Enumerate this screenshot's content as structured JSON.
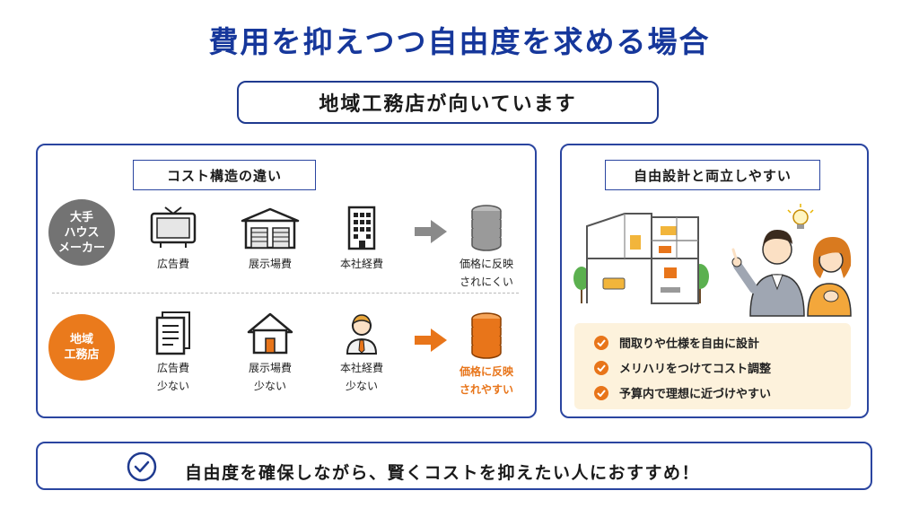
{
  "title": "費用を抑えつつ自由度を求める場合",
  "subtitle": "地域工務店が向いています",
  "left_panel": {
    "heading": "コスト構造の違い",
    "big_maker": {
      "badge": [
        "大手",
        "ハウス",
        "メーカー"
      ],
      "items": [
        {
          "icon": "tv-icon",
          "lines": [
            "広告費"
          ]
        },
        {
          "icon": "showroom-icon",
          "lines": [
            "展示場費"
          ]
        },
        {
          "icon": "office-building-icon",
          "lines": [
            "本社経費"
          ]
        }
      ],
      "result": [
        "価格に反映",
        "されにくい"
      ],
      "arrow_color": "#8a8a8a",
      "coin_color": "#9a9a9a"
    },
    "local_builder": {
      "badge": [
        "地域",
        "工務店"
      ],
      "items": [
        {
          "icon": "document-icon",
          "lines": [
            "広告費",
            "少ない"
          ]
        },
        {
          "icon": "house-icon",
          "lines": [
            "展示場費",
            "少ない"
          ]
        },
        {
          "icon": "businessman-icon",
          "lines": [
            "本社経費",
            "少ない"
          ]
        }
      ],
      "result": [
        "価格に反映",
        "されやすい"
      ],
      "arrow_color": "#e8751a",
      "coin_color": "#e8751a"
    }
  },
  "right_panel": {
    "heading": "自由設計と両立しやすい",
    "checks": [
      "間取りや仕様を自由に設計",
      "メリハリをつけてコスト調整",
      "予算内で理想に近づけやすい"
    ]
  },
  "bottom": {
    "text": "自由度を確保しながら、賢くコストを抑えたい人におすすめ！"
  },
  "colors": {
    "navy": "#16379b",
    "border": "#2a45a0",
    "orange": "#e8751a",
    "gray": "#737373",
    "cream": "#fdf2dc"
  }
}
